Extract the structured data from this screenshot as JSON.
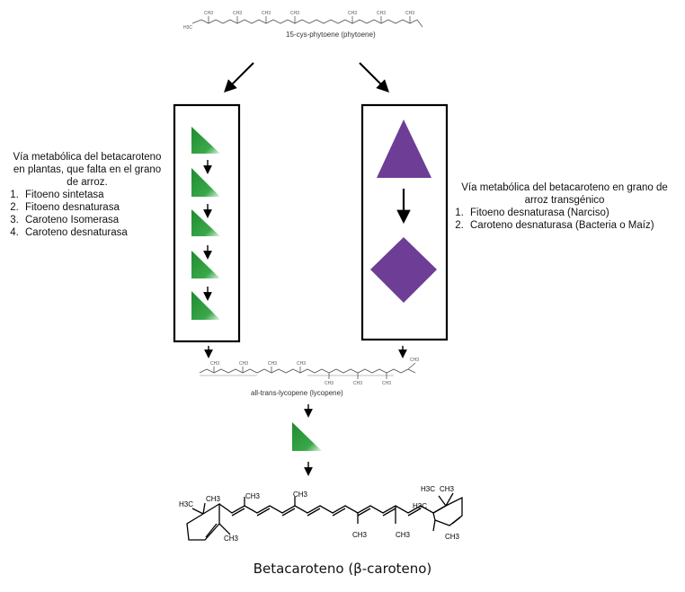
{
  "top_molecule": {
    "label": "15-cys-phytoene  (phytoene)"
  },
  "middle_molecule": {
    "label": "all-trans-lycopene  (lycopene)"
  },
  "bottom_molecule": {
    "name": "Betacaroteno (β-caroteno)"
  },
  "plant_pathway": {
    "title": "Vía metabólica del betacaroteno en plantas, que falta en el grano de arroz.",
    "enzymes": [
      "Fitoeno sintetasa",
      "Fitoeno desnaturasa",
      "Caroteno Isomerasa",
      "Caroteno desnaturasa"
    ]
  },
  "transgenic_pathway": {
    "title": "Vía metabólica del betacaroteno en grano de arroz transgénico",
    "enzymes": [
      "Fitoeno desnaturasa (Narciso)",
      "Caroteno desnaturasa (Bacteria o Maíz)"
    ]
  },
  "colors": {
    "green": "#2e9e3c",
    "purple": "#6e3d96",
    "stroke": "#000000"
  },
  "icons": [
    "green-triangle-icon",
    "purple-triangle-icon",
    "purple-diamond-icon",
    "arrow-down-icon"
  ]
}
